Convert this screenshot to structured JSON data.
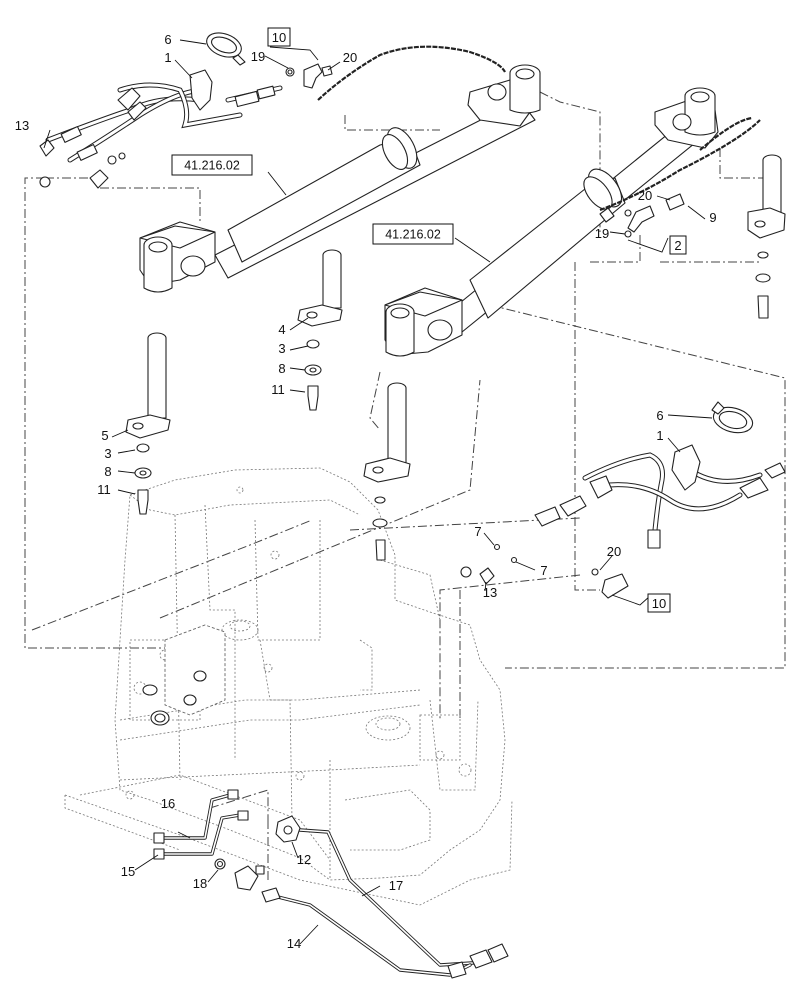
{
  "callouts": {
    "c1a": "1",
    "c1b": "1",
    "c2": "2",
    "c3a": "3",
    "c3b": "3",
    "c4": "4",
    "c5": "5",
    "c6a": "6",
    "c6b": "6",
    "c7a": "7",
    "c7b": "7",
    "c8a": "8",
    "c8b": "8",
    "c9": "9",
    "c10a": "10",
    "c10b": "10",
    "c11a": "11",
    "c11b": "11",
    "c12": "12",
    "c13a": "13",
    "c13b": "13",
    "c14": "14",
    "c15": "15",
    "c16": "16",
    "c17": "17",
    "c18": "18",
    "c19a": "19",
    "c19b": "19",
    "c20a": "20",
    "c20b": "20",
    "c20c": "20"
  },
  "references": {
    "ref_left": "41.216.02",
    "ref_right": "41.216.02"
  }
}
